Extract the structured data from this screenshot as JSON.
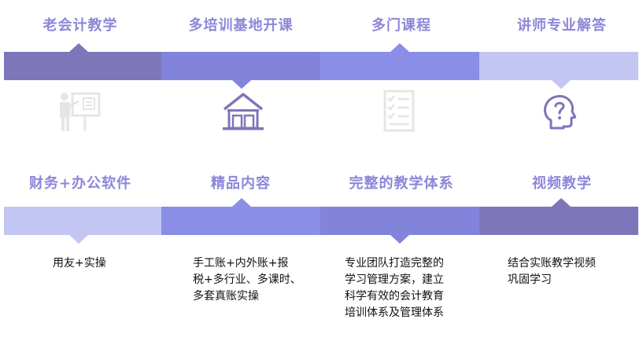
{
  "row1": {
    "titles": [
      "老会计教学",
      "多培训基地开课",
      "多门课程",
      "讲师专业解答"
    ],
    "colors": [
      "#7d76b9",
      "#8283db",
      "#8a8ee6",
      "#c3c6f2"
    ]
  },
  "row2": {
    "titles": [
      "财务+办公软件",
      "精品内容",
      "完整的教学体系",
      "视频教学"
    ],
    "colors": [
      "#c3c6f2",
      "#8a8ee6",
      "#8283db",
      "#7d76b9"
    ],
    "descriptions": [
      [
        "用友+实操"
      ],
      [
        "手工账+内外账+报",
        "税+多行业、多课时、",
        "多套真账实操"
      ],
      [
        "专业团队打造完整的",
        "学习管理方案，建立",
        "科学有效的会计教育",
        "培训体系及管理体系"
      ],
      [
        "结合实账教学视频",
        "巩固学习"
      ]
    ]
  },
  "icons": [
    "teacher-board-icon",
    "house-icon",
    "document-checklist-icon",
    "head-question-icon"
  ]
}
